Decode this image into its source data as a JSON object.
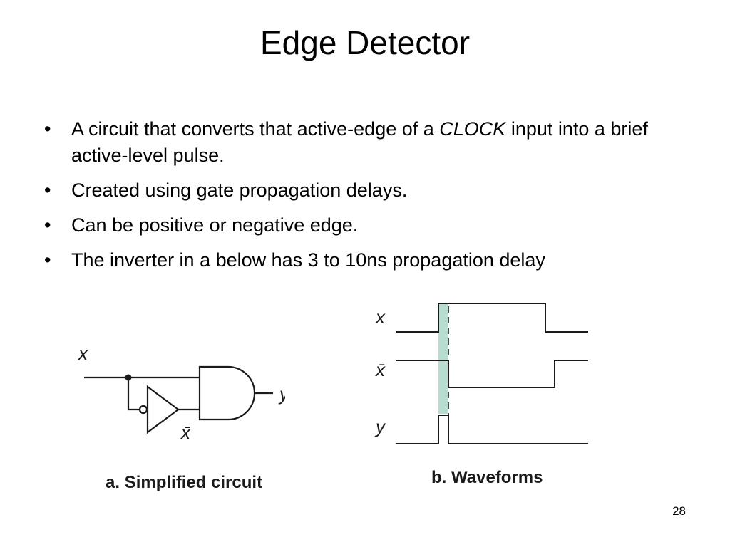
{
  "slide": {
    "title": "Edge Detector",
    "bullets": [
      {
        "parts": [
          {
            "text": "A circuit that converts that active-edge of a ",
            "italic": false
          },
          {
            "text": "CLOCK",
            "italic": true
          },
          {
            "text": " input into a brief active-level pulse.",
            "italic": false
          }
        ]
      },
      {
        "parts": [
          {
            "text": "Created using gate propagation delays.",
            "italic": false
          }
        ]
      },
      {
        "parts": [
          {
            "text": "Can be positive or negative edge.",
            "italic": false
          }
        ]
      },
      {
        "parts": [
          {
            "text": "The inverter in a below has 3 to 10ns propagation delay",
            "italic": false
          }
        ]
      }
    ],
    "page_number": "28"
  },
  "circuit": {
    "input_label": "x",
    "output_label": "y",
    "inverter_output_label": "x̄",
    "caption": "a. Simplified circuit"
  },
  "waveforms": {
    "signals": [
      {
        "label": "x"
      },
      {
        "label": "x̄"
      },
      {
        "label": "y"
      }
    ],
    "caption": "b. Waveforms"
  },
  "colors": {
    "delay_highlight": "#b7dcd0",
    "line": "#1a1a1a"
  }
}
